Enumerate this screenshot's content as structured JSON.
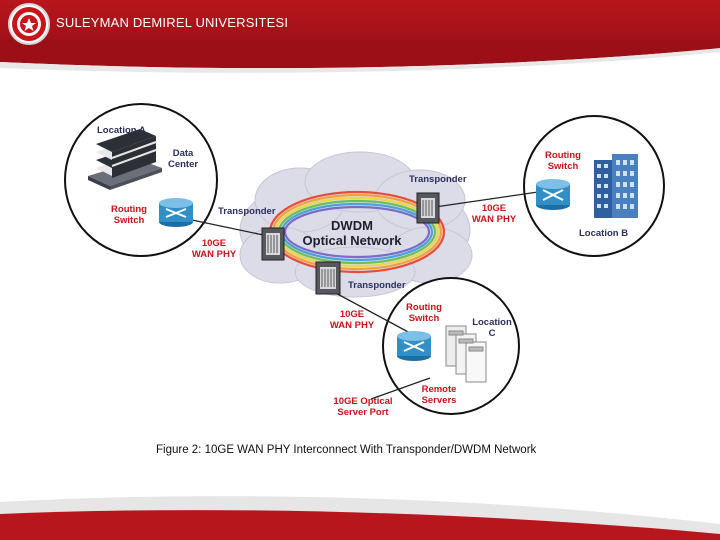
{
  "header": {
    "university_name": "SULEYMAN DEMIREL UNIVERSITESI"
  },
  "diagram": {
    "location_a": "Location A",
    "data_center": [
      "Data",
      "Center"
    ],
    "routing_switch_a": [
      "Routing",
      "Switch"
    ],
    "transponder_left": "Transponder",
    "wan_phy_left": [
      "10GE",
      "WAN PHY"
    ],
    "dwdm_title": [
      "DWDM",
      "Optical Network"
    ],
    "transponder_top": "Transponder",
    "transponder_bottom": "Transponder",
    "wan_phy_right": [
      "10GE",
      "WAN PHY"
    ],
    "routing_switch_b": [
      "Routing",
      "Switch"
    ],
    "location_b": "Location B",
    "wan_phy_bottom": [
      "10GE",
      "WAN PHY"
    ],
    "routing_switch_c": [
      "Routing",
      "Switch"
    ],
    "location_c": [
      "Location",
      "C"
    ],
    "remote_servers": [
      "Remote",
      "Servers"
    ],
    "optical_port": [
      "10GE Optical",
      "Server Port"
    ],
    "caption": "Figure 2: 10GE WAN PHY Interconnect With Transponder/DWDM Network"
  },
  "colors": {
    "brand_red": "#b8161d",
    "label_navy": "#2a2f5c",
    "label_red": "#c8141b",
    "switch_blue": "#2f8fc6",
    "ring": [
      "#e84b3a",
      "#f2a03a",
      "#e8d84a",
      "#6cbf5a",
      "#4aa3d8",
      "#7a6cc8"
    ]
  }
}
